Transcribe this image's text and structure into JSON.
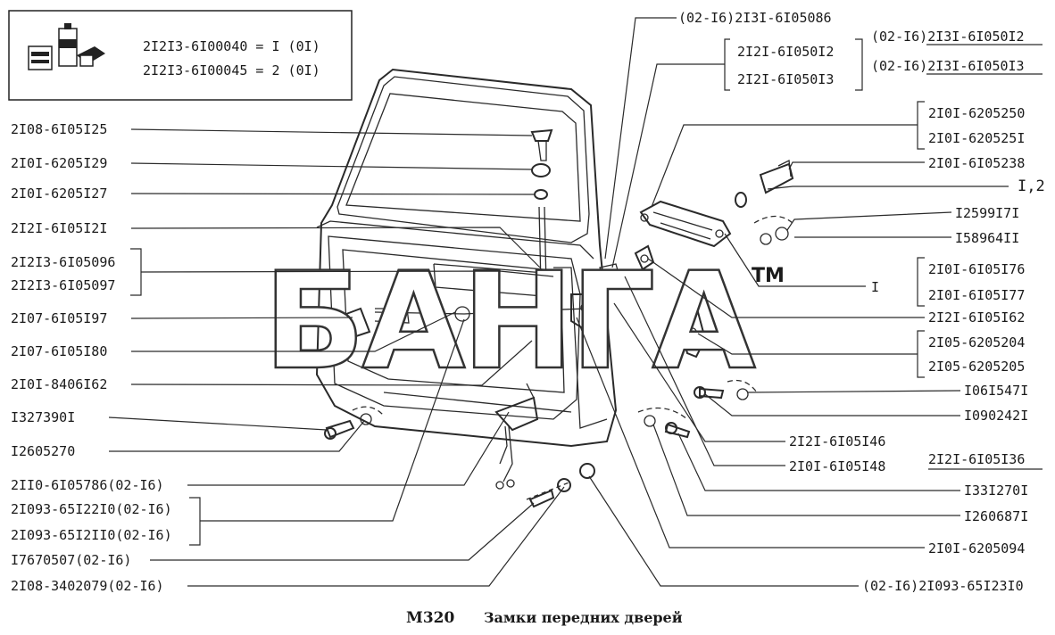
{
  "legend": {
    "line1": "2I2I3-6I00040 = I (0I)",
    "line2": "2I2I3-6I00045 = 2 (0I)"
  },
  "watermark": "БАНГА",
  "trademark": "TM",
  "caption": {
    "code": "M320",
    "title": "Замки передних дверей"
  },
  "left_labels": [
    "2I08-6I05I25",
    "2I0I-6205I29",
    "2I0I-6205I27",
    "2I2I-6I05I2I",
    "2I2I3-6I05096",
    "2I2I3-6I05097",
    "2I07-6I05I97",
    "2I07-6I05I80",
    "2I0I-8406I62",
    "I327390I",
    "I2605270",
    "2II0-6I05786(02-I6)",
    "2I093-65I22I0(02-I6)",
    "2I093-65I2II0(02-I6)",
    "I7670507(02-I6)",
    "2I08-3402079(02-I6)"
  ],
  "top_labels": [
    "(02-I6)2I3I-6I05086",
    "2I2I-6I050I2",
    "2I2I-6I050I3",
    "(02-I6)2I3I-6I050I2",
    "(02-I6)2I3I-6I050I3"
  ],
  "right_labels": [
    "2I0I-6205250",
    "2I0I-620525I",
    "2I0I-6I05238",
    "I,2",
    "I2599I7I",
    "I58964II",
    "2I0I-6I05I76",
    "I",
    "2I0I-6I05I77",
    "2I2I-6I05I62",
    "2I05-6205204",
    "2I05-6205205",
    "I06I547I",
    "I090242I",
    "2I2I-6I05I46",
    "2I2I-6I05I36",
    "2I0I-6I05I48",
    "I33I270I",
    "I260687I",
    "2I0I-6205094",
    "(02-I6)2I093-65I23I0"
  ]
}
